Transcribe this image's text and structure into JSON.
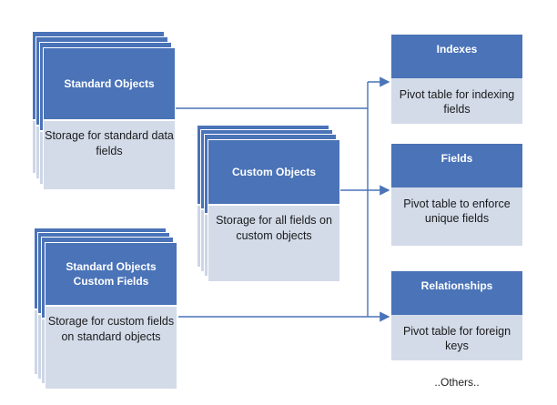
{
  "left_objects": [
    {
      "title": "Standard Objects",
      "body": "Storage for standard data fields"
    },
    {
      "title": "Standard Objects Custom Fields",
      "body": "Storage for custom fields on standard objects"
    }
  ],
  "center_object": {
    "title": "Custom Objects",
    "body": "Storage for all fields on custom objects"
  },
  "right_tables": [
    {
      "title": "Indexes",
      "body": "Pivot table for indexing fields"
    },
    {
      "title": "Fields",
      "body": "Pivot table to enforce unique fields"
    },
    {
      "title": "Relationships",
      "body": "Pivot table for foreign keys"
    }
  ],
  "others_label": "..Others..",
  "colors": {
    "header": "#4a73b8",
    "body": "#d3dbe9",
    "line": "#4a73b8"
  }
}
